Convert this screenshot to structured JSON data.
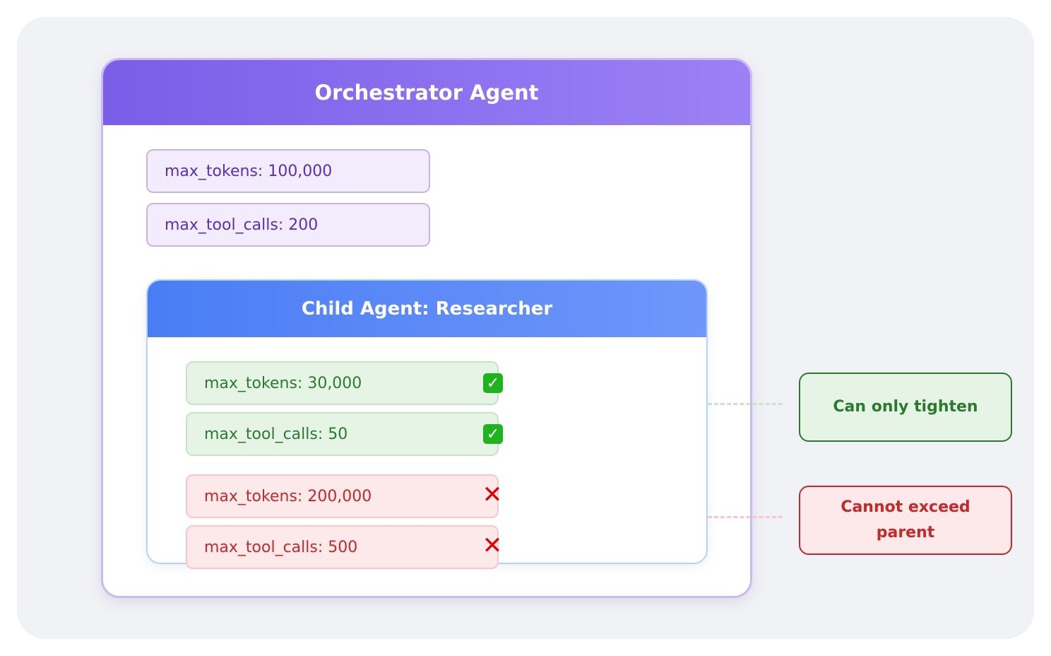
{
  "orchestrator": {
    "title": "Orchestrator Agent",
    "limits": [
      "max_tokens: 100,000",
      "max_tool_calls: 200"
    ]
  },
  "child": {
    "title": "Child Agent: Researcher",
    "valid_limits": [
      {
        "label": "max_tokens: 30,000",
        "icon": "check-mark-icon"
      },
      {
        "label": "max_tool_calls: 50",
        "icon": "check-mark-icon"
      }
    ],
    "invalid_limits": [
      {
        "label": "max_tokens: 200,000",
        "icon": "cross-mark-icon"
      },
      {
        "label": "max_tool_calls: 500",
        "icon": "cross-mark-icon"
      }
    ]
  },
  "notes": {
    "tighten": "Can only tighten",
    "exceed": "Cannot exceed parent"
  },
  "colors": {
    "orchestrator": "#7a5ee8",
    "child": "#4a7df5",
    "valid": "#2b7a2e",
    "invalid": "#c42a2a"
  }
}
